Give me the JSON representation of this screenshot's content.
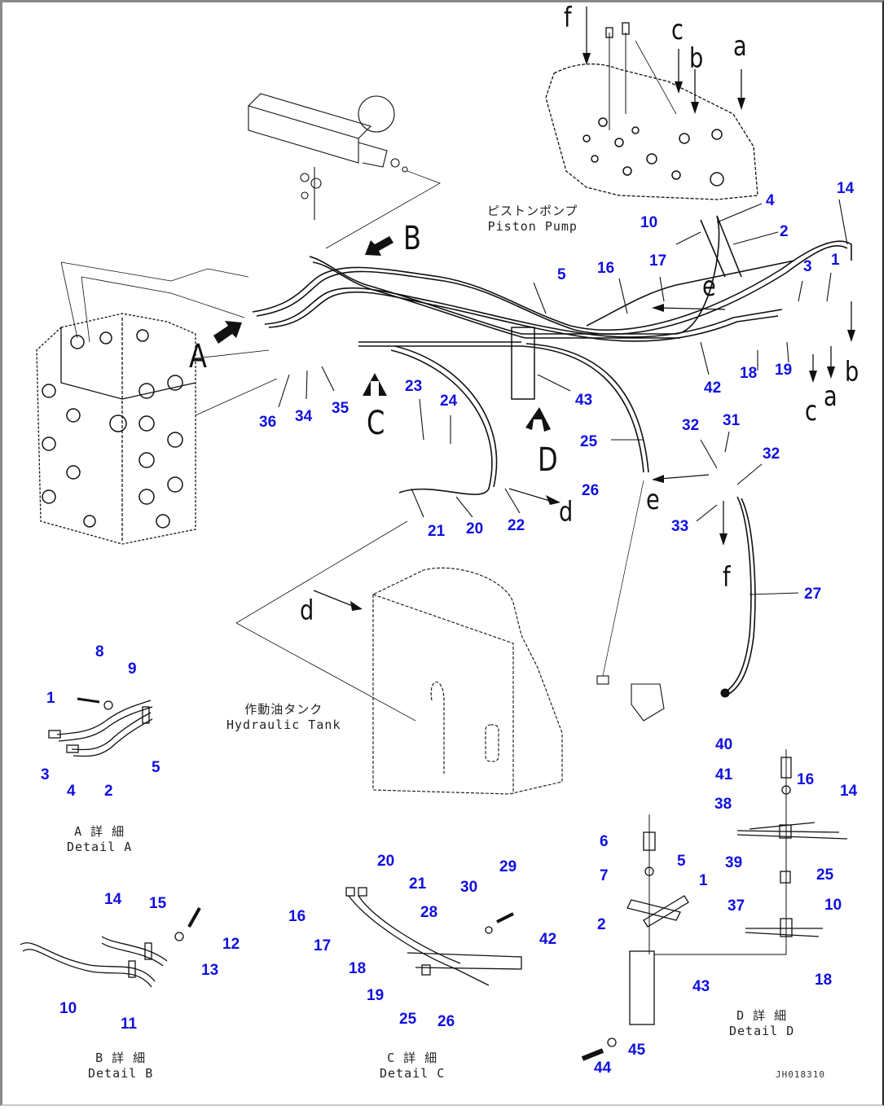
{
  "diagram": {
    "drawing_code": "JH018310",
    "components": {
      "piston_pump": {
        "jp": "ピストンポンプ",
        "en": "Piston Pump"
      },
      "hydraulic_tank": {
        "jp": "作動油タンク",
        "en": "Hydraulic Tank"
      }
    },
    "detail_captions": {
      "A": {
        "jp": "A 詳 細",
        "en": "Detail A"
      },
      "B": {
        "jp": "B 詳 細",
        "en": "Detail B"
      },
      "C": {
        "jp": "C 詳 細",
        "en": "Detail C"
      },
      "D": {
        "jp": "D 詳 細",
        "en": "Detail D"
      }
    },
    "view_arrows": [
      "A",
      "B",
      "C",
      "D"
    ],
    "connection_refs": {
      "a": "a",
      "b": "b",
      "c": "c",
      "d": "d",
      "e": "e",
      "f": "f"
    },
    "main_callouts": [
      "1",
      "2",
      "3",
      "4",
      "5",
      "10",
      "14",
      "16",
      "17",
      "18",
      "19",
      "20",
      "21",
      "22",
      "23",
      "24",
      "25",
      "26",
      "27",
      "31",
      "32",
      "32",
      "33",
      "34",
      "35",
      "36",
      "42",
      "43"
    ],
    "detail_a_callouts": [
      "1",
      "2",
      "3",
      "4",
      "5",
      "8",
      "9"
    ],
    "detail_b_callouts": [
      "10",
      "11",
      "12",
      "13",
      "14",
      "15"
    ],
    "detail_c_callouts": [
      "16",
      "17",
      "18",
      "19",
      "20",
      "21",
      "25",
      "26",
      "28",
      "29",
      "30",
      "42"
    ],
    "detail_d_callouts": [
      "1",
      "2",
      "5",
      "6",
      "7",
      "10",
      "14",
      "16",
      "18",
      "25",
      "37",
      "38",
      "39",
      "40",
      "41",
      "43",
      "44",
      "45"
    ]
  }
}
